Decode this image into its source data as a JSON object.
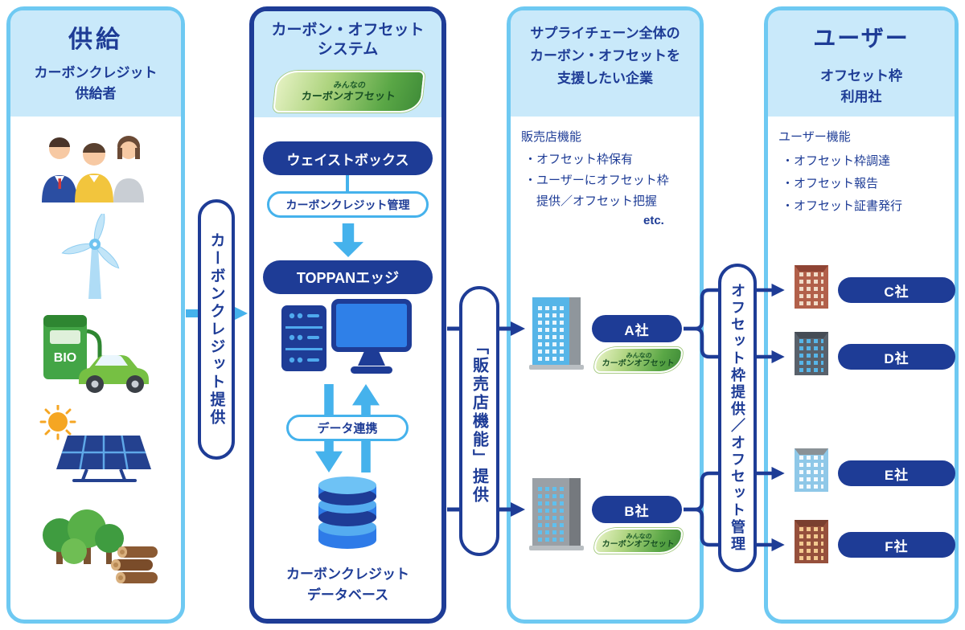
{
  "supply": {
    "title": "供給",
    "subtitle_line1": "カーボンクレジット",
    "subtitle_line2": "供給者",
    "icons": [
      "people-icon",
      "wind-turbine-icon",
      "biofuel-icon",
      "solar-panel-icon",
      "forest-icon"
    ]
  },
  "system": {
    "title_line1": "カーボン・オフセット",
    "title_line2": "システム",
    "wastebox_label": "ウェイストボックス",
    "credit_mgmt_label": "カーボンクレジット管理",
    "toppan_label": "TOPPANエッジ",
    "data_link_label": "データ連携",
    "database_line1": "カーボンクレジット",
    "database_line2": "データベース",
    "icons": [
      "server-icon",
      "monitor-icon",
      "database-icon"
    ]
  },
  "logo": {
    "line1": "みんなの",
    "line2": "カーボンオフセット"
  },
  "partners": {
    "title_line1": "サプライチェーン全体の",
    "title_line2": "カーボン・オフセットを",
    "title_line3": "支援したい企業",
    "functions_title": "販売店機能",
    "bullets": [
      "・オフセット枠保有",
      "・ユーザーにオフセット枠",
      "　提供／オフセット把握"
    ],
    "etc": "etc.",
    "companies": [
      "A社",
      "B社"
    ]
  },
  "users": {
    "title": "ユーザー",
    "subtitle_line1": "オフセット枠",
    "subtitle_line2": "利用社",
    "functions_title": "ユーザー機能",
    "bullets": [
      "・オフセット枠調達",
      "・オフセット報告",
      "・オフセット証書発行"
    ],
    "companies": [
      "C社",
      "D社",
      "E社",
      "F社"
    ]
  },
  "connectors": {
    "credit_provision": "カーボンクレジット提供",
    "store_function": "「販売店機能」提供",
    "offset_provision": "オフセット枠提供／オフセット管理"
  },
  "colors": {
    "navy": "#1E3C96",
    "light_blue_border": "#6EC9F2",
    "header_bg": "#C9E9FA",
    "arrow_cyan": "#45B2EC",
    "logo_green": "#57A344"
  }
}
